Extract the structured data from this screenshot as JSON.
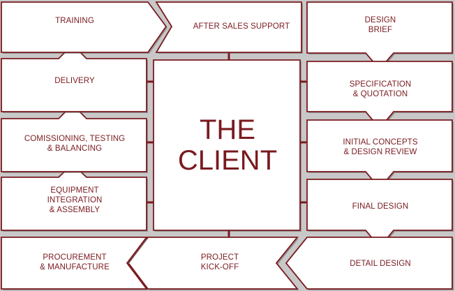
{
  "colors": {
    "accent": "#7a1a1f",
    "background": "#c8c8c8",
    "box_fill": "#ffffff"
  },
  "center": {
    "label": "THE\nCLIENT"
  },
  "steps": [
    {
      "id": "design-brief",
      "label": "DESIGN\nBRIEF"
    },
    {
      "id": "specification-quotation",
      "label": "SPECIFICATION\n& QUOTATION"
    },
    {
      "id": "initial-concepts-design-review",
      "label": "INITIAL CONCEPTS\n& DESIGN REVIEW"
    },
    {
      "id": "final-design",
      "label": "FINAL DESIGN"
    },
    {
      "id": "detail-design",
      "label": "DETAIL  DESIGN"
    },
    {
      "id": "project-kick-off",
      "label": "PROJECT\nKICK-OFF"
    },
    {
      "id": "procurement-manufacture",
      "label": "PROCUREMENT\n& MANUFACTURE"
    },
    {
      "id": "equipment-integration-assembly",
      "label": "EQUIPMENT\nINTEGRATION\n& ASSEMBLY"
    },
    {
      "id": "commissioning-testing-balancing",
      "label": "COMISSIONING, TESTING\n& BALANCING"
    },
    {
      "id": "delivery",
      "label": "DELIVERY"
    },
    {
      "id": "training",
      "label": "TRAINING"
    },
    {
      "id": "after-sales-support",
      "label": "AFTER SALES SUPPORT"
    }
  ]
}
